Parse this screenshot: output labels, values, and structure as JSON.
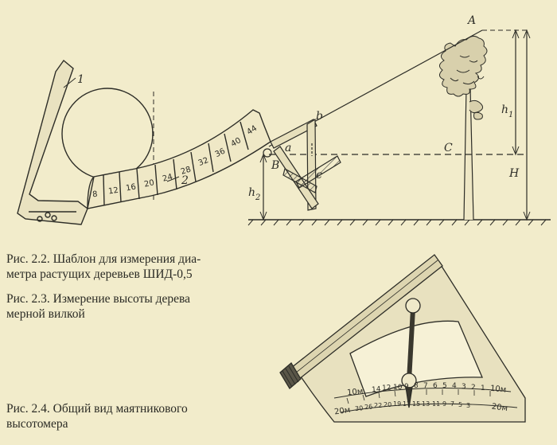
{
  "captions": {
    "fig22_line1": "Рис. 2.2. Шаблон для измерения диа-",
    "fig22_line2": "метра растущих деревьев ШИД-0,5",
    "fig23_line1": "Рис. 2.3. Измерение высоты дерева",
    "fig23_line2": "мерной вилкой",
    "fig24_line1": "Рис. 2.4. Общий вид маятникового",
    "fig24_line2": "высотомера"
  },
  "fig22": {
    "part_labels": [
      "1",
      "2"
    ],
    "scale_ticks": [
      "8",
      "12",
      "16",
      "20",
      "24",
      "28",
      "32",
      "36",
      "40",
      "44"
    ]
  },
  "fig23": {
    "points": {
      "A": "A",
      "b": "b",
      "a": "a",
      "B": "B",
      "C": "C",
      "c": "c"
    },
    "dimensions": {
      "h1": "h",
      "h1_sub": "1",
      "h2": "h",
      "h2_sub": "2",
      "H": "H"
    }
  },
  "fig24": {
    "scale_top": [
      "10м",
      "14",
      "12",
      "10",
      "9",
      "8",
      "7",
      "6",
      "5",
      "4",
      "3",
      "2",
      "1",
      "10м"
    ],
    "scale_bottom": [
      "20м",
      "30",
      "26",
      "22",
      "20",
      "19",
      "17",
      "15",
      "13",
      "11",
      "9",
      "7",
      "5",
      "3",
      "20м"
    ]
  },
  "colors": {
    "paper": "#f2eccb",
    "ink": "#2d2d27"
  }
}
